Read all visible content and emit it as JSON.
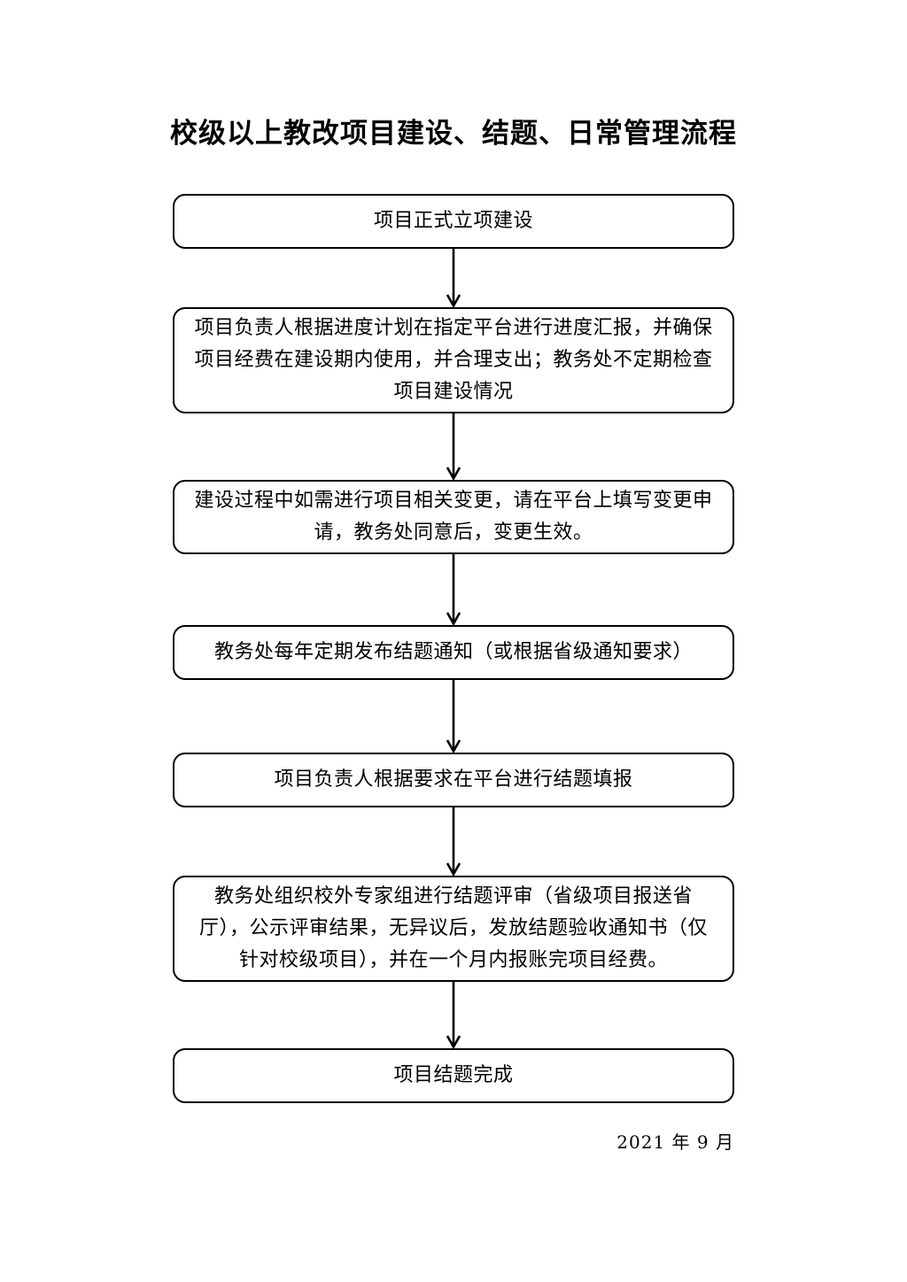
{
  "page": {
    "title": "校级以上教改项目建设、结题、日常管理流程",
    "date": "2021 年 9 月"
  },
  "flow": {
    "steps": [
      {
        "label": "项目正式立项建设"
      },
      {
        "label": "项目负责人根据进度计划在指定平台进行进度汇报，并确保项目经费在建设期内使用，并合理支出；教务处不定期检查项目建设情况"
      },
      {
        "label": "建设过程中如需进行项目相关变更，请在平台上填写变更申请，教务处同意后，变更生效。"
      },
      {
        "label": "教务处每年定期发布结题通知（或根据省级通知要求）"
      },
      {
        "label": "项目负责人根据要求在平台进行结题填报"
      },
      {
        "label": "教务处组织校外专家组进行结题评审（省级项目报送省厅），公示评审结果，无异议后，发放结题验收通知书（仅针对校级项目），并在一个月内报账完项目经费。"
      },
      {
        "label": "项目结题完成"
      }
    ]
  },
  "icons": {
    "down_arrow": "↓"
  },
  "colors": {
    "background": "#ffffff",
    "box_border": "#000000",
    "text": "#000000",
    "arrow": "#000000"
  }
}
